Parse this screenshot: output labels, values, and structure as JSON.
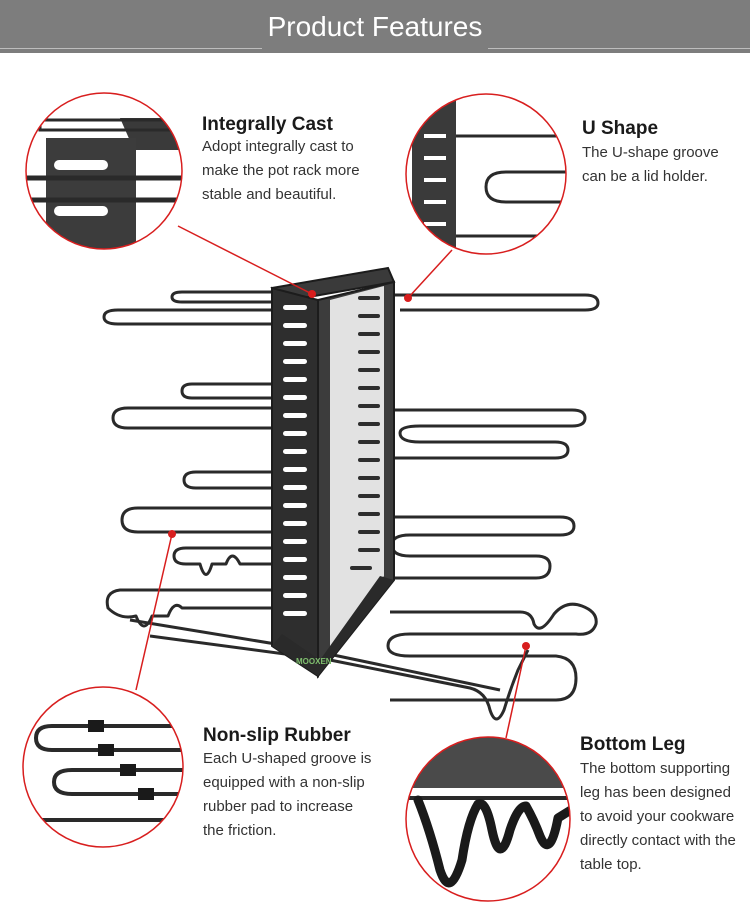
{
  "header": {
    "title": "Product Features",
    "background": "#7d7d7d"
  },
  "accent": "#d81e1e",
  "watermark": "MOOXEN",
  "features": [
    {
      "title": "Integrally Cast",
      "description": "Adopt integrally cast to make the pot rack more stable and beautiful."
    },
    {
      "title": "U Shape",
      "description": "The U-shape groove can be a lid holder."
    },
    {
      "title": "Non-slip Rubber",
      "description": "Each U-shaped groove is equipped with a non-slip rubber pad to increase the friction."
    },
    {
      "title": "Bottom Leg",
      "description": "The bottom supporting leg has been designed to avoid your cookware directly contact with the table top."
    }
  ]
}
